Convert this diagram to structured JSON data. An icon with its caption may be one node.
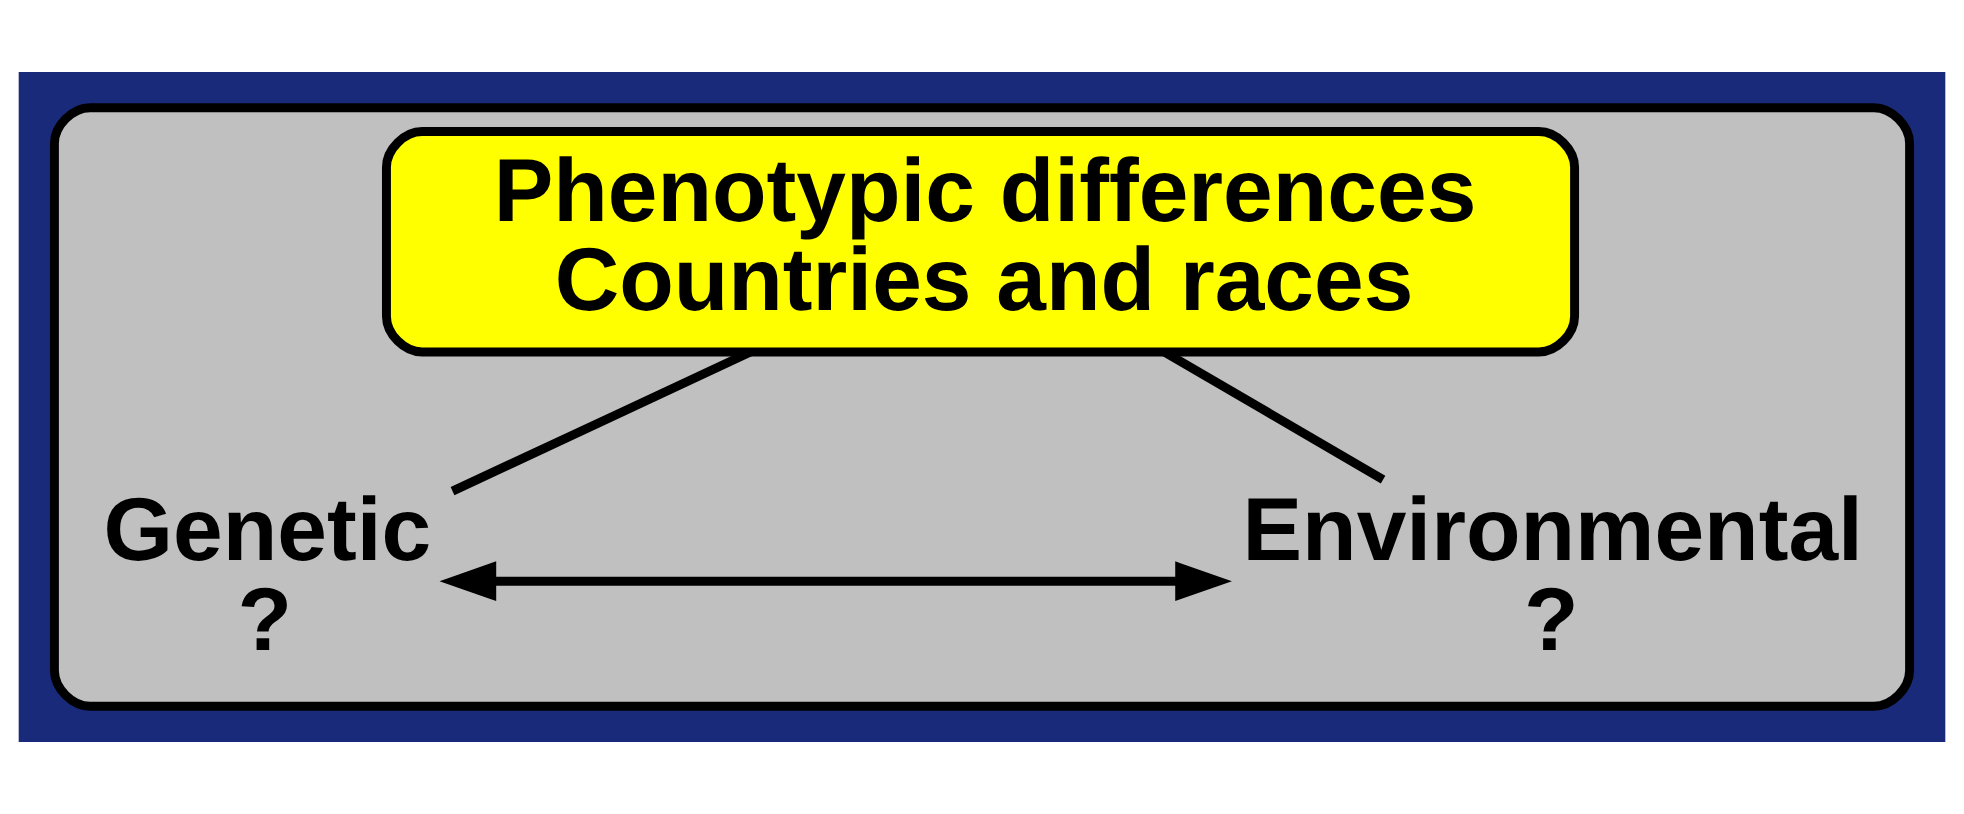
{
  "diagram": {
    "nodes": [
      {
        "text": [],
        "shape": "box"
      },
      {
        "text": [
          "Phenotypic differences",
          "Countries and races"
        ],
        "in": 0
      },
      {
        "text": [
          "Genetic",
          "?"
        ],
        "in": 0
      },
      {
        "text": [
          "Environmental",
          "?"
        ],
        "in": 0
      }
    ],
    "edges": [
      {
        "from": 1,
        "to": 2,
        "arrow": "none"
      },
      {
        "from": 1,
        "to": 3,
        "arrow": "none"
      },
      {
        "from": 2,
        "to": 3,
        "arrow": "both"
      }
    ]
  }
}
